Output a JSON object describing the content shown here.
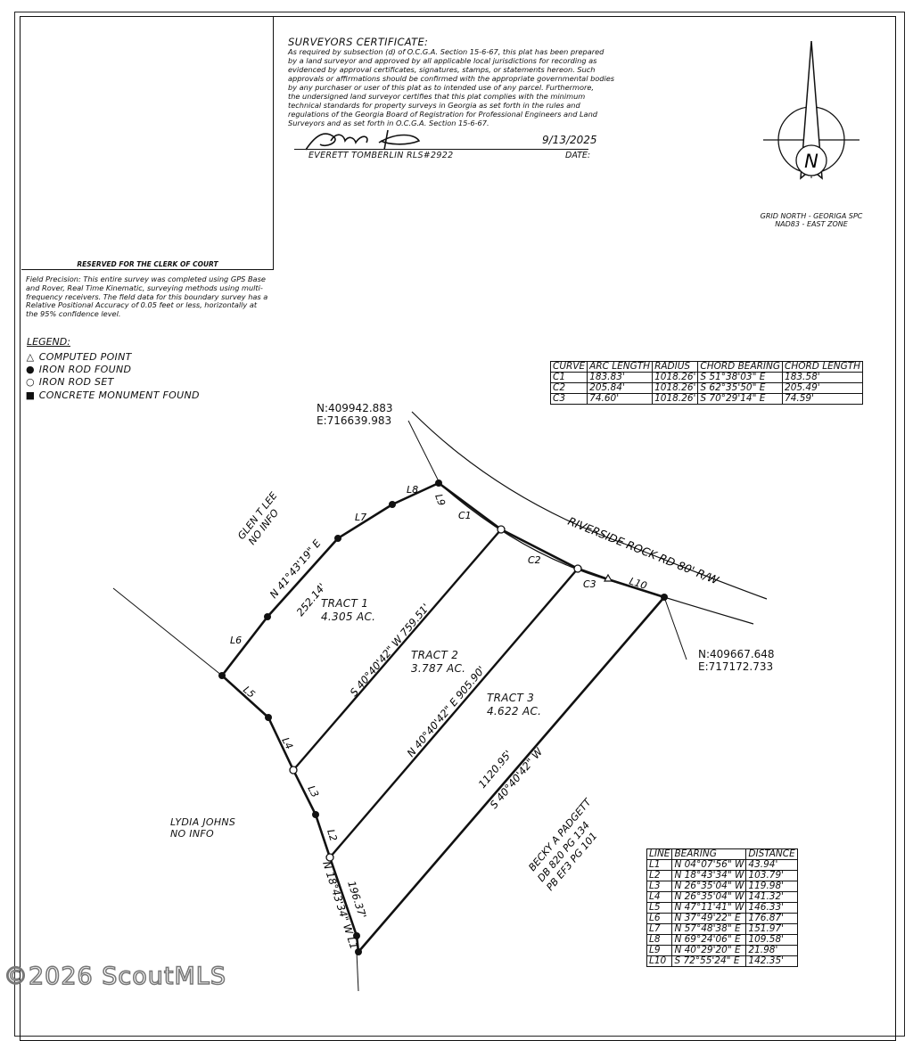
{
  "certificate": {
    "title": "SURVEYORS CERTIFICATE:",
    "lines": [
      "As required by subsection (d) of O.C.G.A. Section 15-6-67, this plat has been prepared",
      "by a land surveyor and approved by all applicable local jurisdictions for recording as",
      "evidenced by approval certificates, signatures, stamps, or statements hereon. Such",
      "approvals or affirmations should be confirmed with the appropriate governmental bodies",
      "by any purchaser or user of this plat as to intended use of any parcel. Furthermore,",
      "the undersigned land surveyor certifies that this plat complies with the minimum",
      "technical standards for property surveys in Georgia as set forth in the rules and",
      "regulations of the Georgia Board of Registration for Professional Engineers and Land",
      "Surveyors and as set forth in O.C.G.A. Section 15-6-67."
    ],
    "surveyor": "EVERETT TOMBERLIN  RLS#2922",
    "date": "9/13/2025",
    "date_label": "DATE:"
  },
  "clerk_label": "RESERVED FOR THE CLERK OF COURT",
  "field_precision": "Field Precision: This entire survey was completed using GPS Base and Rover, Real Time Kinematic, surveying methods using multi-frequency receivers. The field data for this boundary survey has a Relative Positional Accuracy of 0.05 feet or less, horizontally at the 95% confidence level.",
  "legend": {
    "title": "LEGEND:",
    "items": [
      {
        "symbol": "△",
        "label": "COMPUTED POINT"
      },
      {
        "symbol": "●",
        "label": "IRON ROD FOUND"
      },
      {
        "symbol": "○",
        "label": "IRON ROD SET"
      },
      {
        "symbol": "■",
        "label": "CONCRETE MONUMENT FOUND"
      }
    ]
  },
  "north_arrow": {
    "letter": "N",
    "caption_1": "GRID NORTH - GEORIGA SPC",
    "caption_2": "NAD83 - EAST ZONE"
  },
  "curve_table": {
    "headers": [
      "CURVE",
      "ARC LENGTH",
      "RADIUS",
      "CHORD BEARING",
      "CHORD LENGTH"
    ],
    "rows": [
      [
        "C1",
        "183.83'",
        "1018.26'",
        "S 51°38'03\" E",
        "183.58'"
      ],
      [
        "C2",
        "205.84'",
        "1018.26'",
        "S 62°35'50\" E",
        "205.49'"
      ],
      [
        "C3",
        "74.60'",
        "1018.26'",
        "S 70°29'14\" E",
        "74.59'"
      ]
    ]
  },
  "line_table": {
    "headers": [
      "LINE",
      "BEARING",
      "DISTANCE"
    ],
    "rows": [
      [
        "L1",
        "N  04°07'56\"  W",
        "43.94'"
      ],
      [
        "L2",
        "N  18°43'34\"  W",
        "103.79'"
      ],
      [
        "L3",
        "N  26°35'04\"  W",
        "119.98'"
      ],
      [
        "L4",
        "N  26°35'04\"  W",
        "141.32'"
      ],
      [
        "L5",
        "N  47°11'41\"  W",
        "146.33'"
      ],
      [
        "L6",
        "N  37°49'22\"  E",
        "176.87'"
      ],
      [
        "L7",
        "N  57°48'38\"  E",
        "151.97'"
      ],
      [
        "L8",
        "N  69°24'06\"  E",
        "109.58'"
      ],
      [
        "L9",
        "N  40°29'20\"  E",
        "21.98'"
      ],
      [
        "L10",
        "S  72°55'24\"  E",
        "142.35'"
      ]
    ]
  },
  "coords": {
    "top": {
      "n": "N:409942.883",
      "e": "E:716639.983"
    },
    "right": {
      "n": "N:409667.648",
      "e": "E:717172.733"
    }
  },
  "road": "RIVERSIDE ROCK RD 80' R/W",
  "tracts": [
    {
      "name": "TRACT 1",
      "area": "4.305 AC."
    },
    {
      "name": "TRACT 2",
      "area": "3.787 AC."
    },
    {
      "name": "TRACT 3",
      "area": "4.622 AC."
    }
  ],
  "bearings": {
    "west_line": "N 41°43'19\" E",
    "west_line_dist": "252.14'",
    "t1_line": "S 40°40'42\" W 759.51'",
    "t2_line": "N 40°40'42\" E  905.90'",
    "east_line_dist": "1120.95'",
    "east_line": "S 40°40'42\" W",
    "south_dist": "196.37'",
    "south_bearing": "N 18°43'34\" W L1"
  },
  "owners": {
    "glen_1": "GLEN T LEE",
    "glen_2": "NO INFO",
    "lydia_1": "LYDIA JOHNS",
    "lydia_2": "NO INFO",
    "becky_1": "BECKY A PADGETT",
    "becky_2": "DB 820 PG 134",
    "becky_3": "PB EF3 PG 101"
  },
  "line_labels": {
    "l2": "L2",
    "l3": "L3",
    "l4": "L4",
    "l5": "L5",
    "l6": "L6",
    "l7": "L7",
    "l8": "L8",
    "l9": "L9",
    "l10": "L10",
    "c1": "C1",
    "c2": "C2",
    "c3": "C3"
  },
  "watermark": "©2026 ScoutMLS"
}
